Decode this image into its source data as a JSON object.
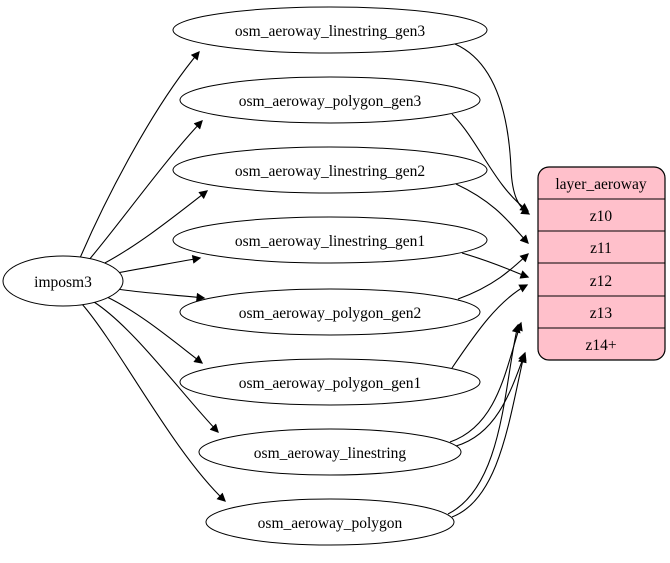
{
  "diagram": {
    "kind": "etl-graph",
    "source_node": {
      "label": "imposm3"
    },
    "tables": [
      {
        "id": "osm_aeroway_linestring_gen3",
        "label": "osm_aeroway_linestring_gen3"
      },
      {
        "id": "osm_aeroway_polygon_gen3",
        "label": "osm_aeroway_polygon_gen3"
      },
      {
        "id": "osm_aeroway_linestring_gen2",
        "label": "osm_aeroway_linestring_gen2"
      },
      {
        "id": "osm_aeroway_linestring_gen1",
        "label": "osm_aeroway_linestring_gen1"
      },
      {
        "id": "osm_aeroway_polygon_gen2",
        "label": "osm_aeroway_polygon_gen2"
      },
      {
        "id": "osm_aeroway_polygon_gen1",
        "label": "osm_aeroway_polygon_gen1"
      },
      {
        "id": "osm_aeroway_linestring",
        "label": "osm_aeroway_linestring"
      },
      {
        "id": "osm_aeroway_polygon",
        "label": "osm_aeroway_polygon"
      }
    ],
    "layer": {
      "title": "layer_aeroway",
      "rows": [
        "z10",
        "z11",
        "z12",
        "z13",
        "z14+"
      ]
    },
    "edges": [
      {
        "from": "imposm3",
        "to": "osm_aeroway_linestring_gen3"
      },
      {
        "from": "imposm3",
        "to": "osm_aeroway_polygon_gen3"
      },
      {
        "from": "imposm3",
        "to": "osm_aeroway_linestring_gen2"
      },
      {
        "from": "imposm3",
        "to": "osm_aeroway_linestring_gen1"
      },
      {
        "from": "imposm3",
        "to": "osm_aeroway_polygon_gen2"
      },
      {
        "from": "imposm3",
        "to": "osm_aeroway_polygon_gen1"
      },
      {
        "from": "imposm3",
        "to": "osm_aeroway_linestring"
      },
      {
        "from": "imposm3",
        "to": "osm_aeroway_polygon"
      },
      {
        "from": "osm_aeroway_linestring_gen3",
        "to": "layer_aeroway:z10"
      },
      {
        "from": "osm_aeroway_polygon_gen3",
        "to": "layer_aeroway:z10"
      },
      {
        "from": "osm_aeroway_linestring_gen2",
        "to": "layer_aeroway:z11"
      },
      {
        "from": "osm_aeroway_polygon_gen2",
        "to": "layer_aeroway:z11"
      },
      {
        "from": "osm_aeroway_linestring_gen1",
        "to": "layer_aeroway:z12"
      },
      {
        "from": "osm_aeroway_polygon_gen1",
        "to": "layer_aeroway:z12"
      },
      {
        "from": "osm_aeroway_linestring",
        "to": "layer_aeroway:z13"
      },
      {
        "from": "osm_aeroway_linestring",
        "to": "layer_aeroway:z14+"
      },
      {
        "from": "osm_aeroway_polygon",
        "to": "layer_aeroway:z13"
      },
      {
        "from": "osm_aeroway_polygon",
        "to": "layer_aeroway:z14+"
      }
    ],
    "colors": {
      "layer_fill": "#ffc0cb",
      "table_fill": "#ffffff",
      "stroke": "#000000",
      "background": "#ffffff"
    }
  }
}
